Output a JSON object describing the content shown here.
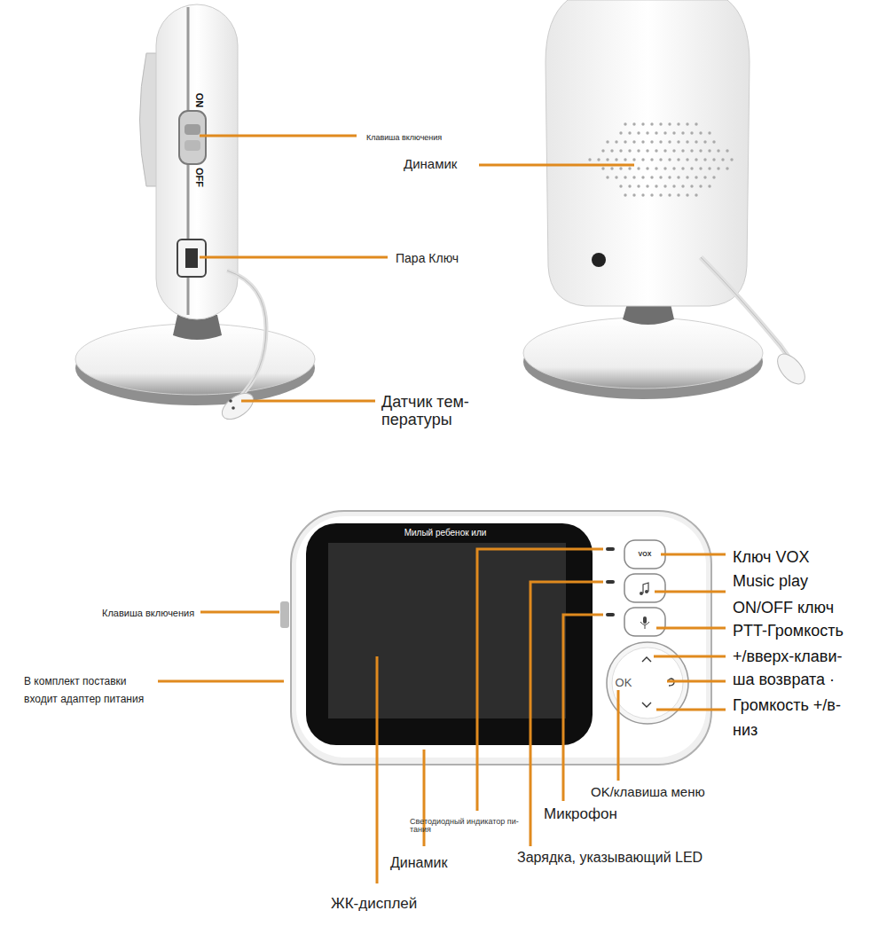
{
  "diagram": {
    "labels": [
      "ON",
      "OFF",
      "Клавиша включения",
      "Пара Ключ",
      "Датчик тем-",
      "пературы",
      "Динамик",
      "Милый ребенок или",
      "VOX",
      "OK",
      "Ключ VOX",
      "Music play",
      "ON/OFF ключ",
      "PTT-Громкость",
      "+/вверх-клави-",
      "ша возврата ·",
      "Клавиша включения",
      "Громкость +/в-",
      "низ",
      "В комплект поставки",
      "входит адаптер питания",
      "OK/клавиша меню",
      "Микрофон",
      "Светодиодный индикатор пи-",
      "тания",
      "Динамик",
      "Зарядка, указывающий LED",
      "ЖК-дисплей"
    ]
  }
}
